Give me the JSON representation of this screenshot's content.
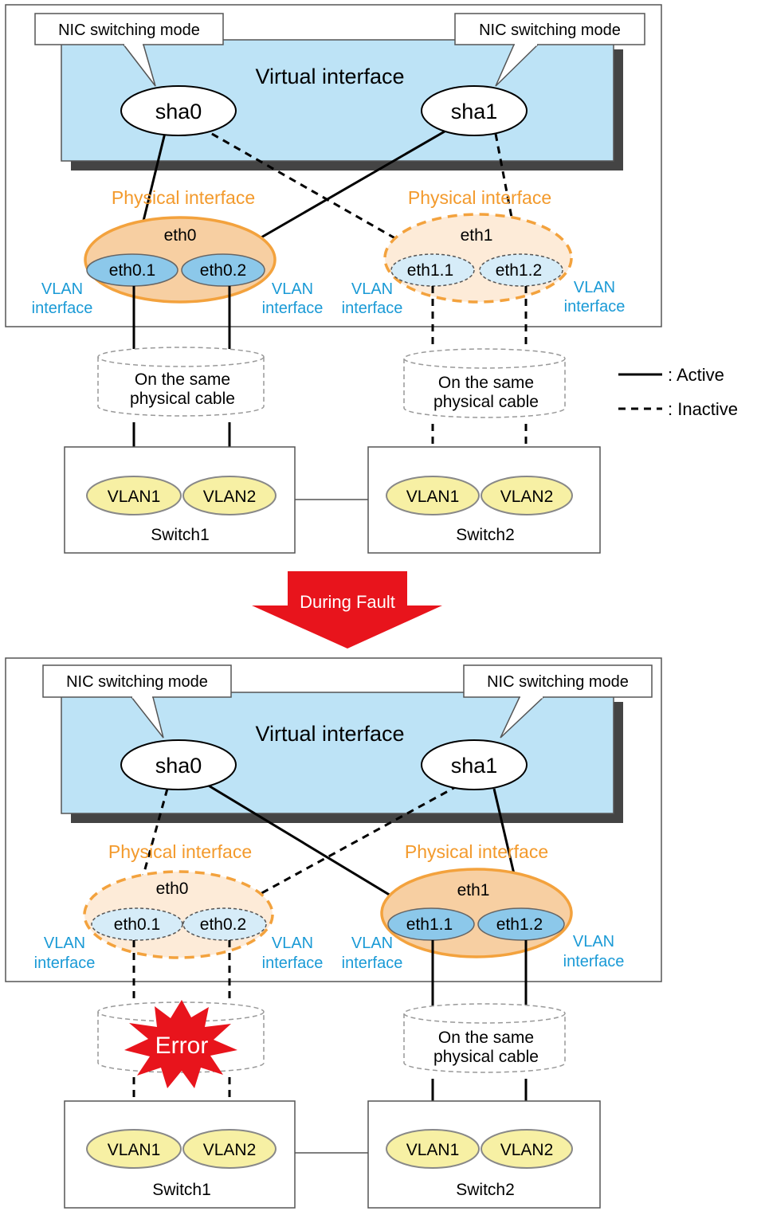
{
  "labels": {
    "nic_mode": "NIC switching mode",
    "virtual_interface": "Virtual interface",
    "physical_interface": "Physical interface",
    "vlan_interface_1": "VLAN",
    "vlan_interface_2": "interface",
    "cable_1": "On the same",
    "cable_2": "physical cable",
    "switch1": "Switch1",
    "switch2": "Switch2",
    "fault_arrow": "During Fault",
    "error": "Error"
  },
  "nodes": {
    "sha0": "sha0",
    "sha1": "sha1",
    "eth0": "eth0",
    "eth1": "eth1",
    "eth0_1": "eth0.1",
    "eth0_2": "eth0.2",
    "eth1_1": "eth1.1",
    "eth1_2": "eth1.2",
    "vlan1": "VLAN1",
    "vlan2": "VLAN2"
  },
  "legend": {
    "active": ": Active",
    "inactive": ": Inactive"
  },
  "colors": {
    "virtual_bg": "#bde3f6",
    "physical_active": "#f7cfa2",
    "physical_inactive": "#fdebd8",
    "physical_border": "#f3a23d",
    "vlan_if_active": "#8cc8ea",
    "vlan_if_inactive": "#d6ecf8",
    "switch_vlan": "#f7f0a4",
    "label_blue": "#1a9ad6",
    "label_orange": "#f39a2c",
    "error_red": "#e8141c",
    "arrow_red": "#e8141c"
  },
  "states": {
    "before_fault": {
      "eth0": "active",
      "eth1": "inactive"
    },
    "during_fault": {
      "eth0": "inactive",
      "eth1": "active"
    }
  }
}
